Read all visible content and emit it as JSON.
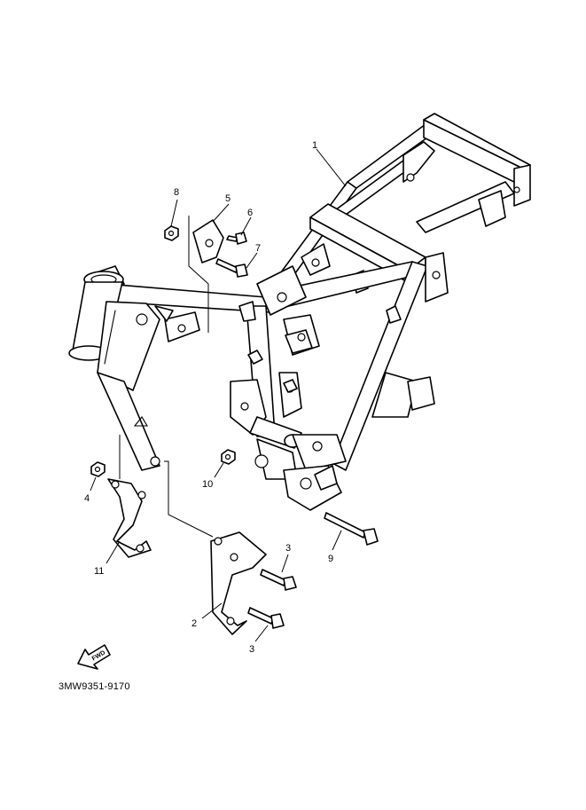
{
  "diagram": {
    "part_numbers": [
      "1",
      "2",
      "3",
      "3",
      "4",
      "5",
      "6",
      "7",
      "8",
      "9",
      "10",
      "11"
    ],
    "fwd_label": "FWD",
    "drawing_code": "3MW9351-9170"
  }
}
